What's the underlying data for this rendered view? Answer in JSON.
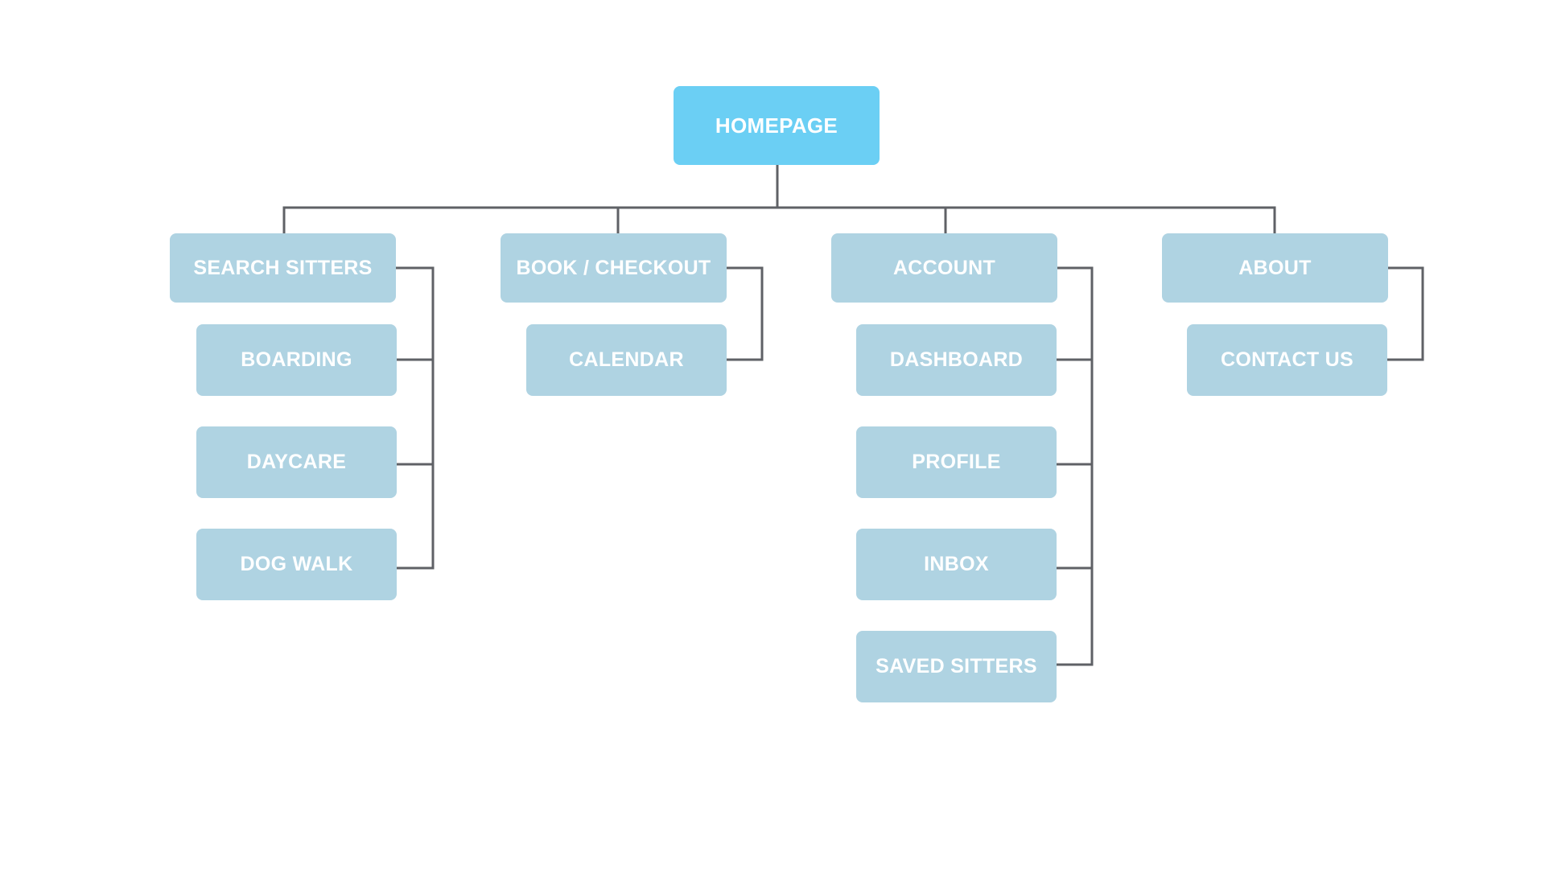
{
  "sitemap": {
    "root": {
      "label": "HOMEPAGE"
    },
    "sections": [
      {
        "label": "SEARCH SITTERS",
        "children": [
          "BOARDING",
          "DAYCARE",
          "DOG WALK"
        ]
      },
      {
        "label": "BOOK / CHECKOUT",
        "children": [
          "CALENDAR"
        ]
      },
      {
        "label": "ACCOUNT",
        "children": [
          "DASHBOARD",
          "PROFILE",
          "INBOX",
          "SAVED SITTERS"
        ]
      },
      {
        "label": "ABOUT",
        "children": [
          "CONTACT US"
        ]
      }
    ]
  },
  "colors": {
    "root_fill": "#6bcff4",
    "node_fill": "#afd3e2",
    "text": "#ffffff",
    "connector": "#5f6166"
  }
}
